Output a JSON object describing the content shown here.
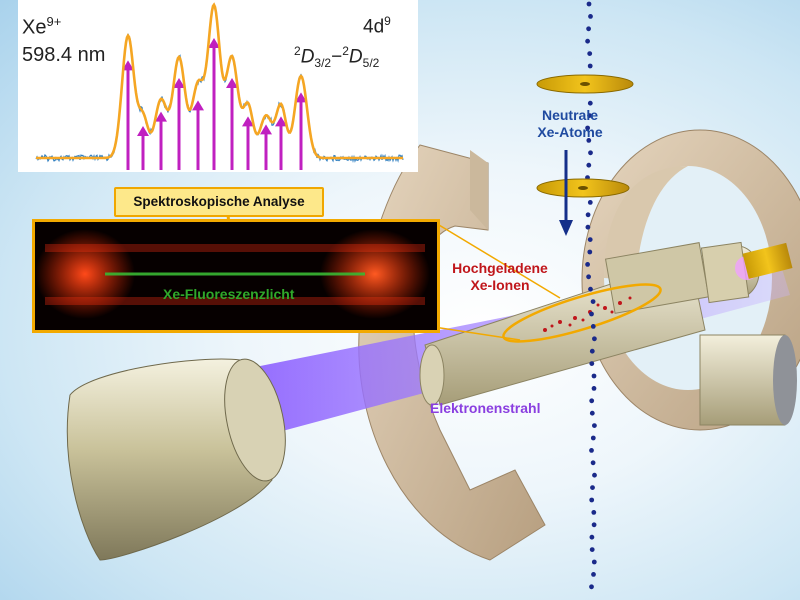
{
  "inset": {
    "ion": "Xe",
    "ion_charge": "9+",
    "wavelength": "598.4 nm",
    "configuration": "4d",
    "configuration_sup": "9",
    "term_upper": {
      "sup": "2",
      "letter": "D",
      "sub": "3/2"
    },
    "term_lower": {
      "sup": "2",
      "letter": "D",
      "sub": "5/2"
    },
    "fit_color": "#f5a623",
    "data_color": "#2f7fc1",
    "stick_color": "#c020c0"
  },
  "labels": {
    "analysis": "Spektroskopische Analyse",
    "fluorescence": "Xe-Fluoreszenzlicht",
    "neutral_line1": "Neutrale",
    "neutral_line2": "Xe-Atome",
    "ions_line1": "Hochgeladene",
    "ions_line2": "Xe-Ionen",
    "beam": "Elektronenstrahl"
  },
  "colors": {
    "neutral_text": "#1f4aa0",
    "ions_text": "#c0161b",
    "beam_text": "#8a3ee0",
    "fluorescence_text": "#2fa82a",
    "highlight": "#f2a900"
  }
}
